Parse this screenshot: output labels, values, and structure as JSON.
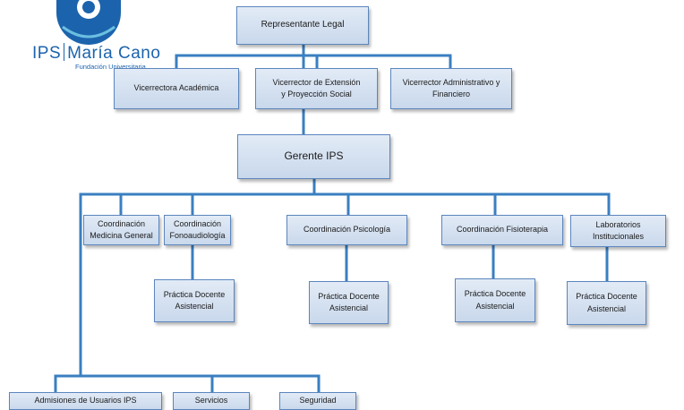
{
  "logo": {
    "ips": "IPS",
    "name": "María Cano",
    "subtitle": "Fundación Universitaria",
    "color": "#1c63ad"
  },
  "colors": {
    "line": "#3a7fc1",
    "box_border": "#5b86bd",
    "box_fill": "#d6e2f1"
  },
  "nodes": {
    "representante": "Representante Legal",
    "vicerrectora_academica": "Vicerrectora Académica",
    "vicerrector_extension_1": "Vicerrector de Extensión",
    "vicerrector_extension_2": "y Proyección Social",
    "vicerrector_admin_1": "Vicerrector Administrativo y",
    "vicerrector_admin_2": "Financiero",
    "gerente": "Gerente IPS",
    "coord_medicina_1": "Coordinación",
    "coord_medicina_2": "Medicina General",
    "coord_fono_1": "Coordinación",
    "coord_fono_2": "Fonoaudiología",
    "coord_psicologia": "Coordinación Psicología",
    "coord_fisioterapia": "Coordinación Fisioterapia",
    "laboratorios_1": "Laboratorios",
    "laboratorios_2": "Institucionales",
    "practica_1": "Práctica Docente",
    "practica_2": "Asistencial",
    "admisiones": "Admisiones de Usuarios IPS",
    "servicios": "Servicios",
    "seguridad": "Seguridad"
  }
}
